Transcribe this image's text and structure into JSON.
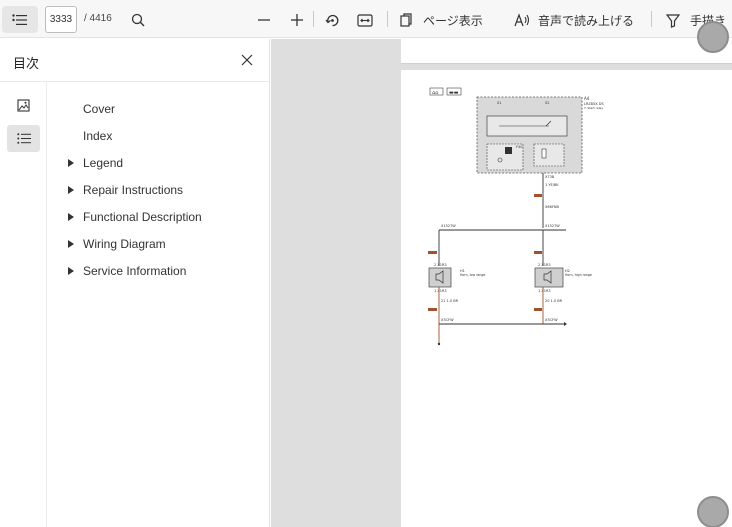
{
  "toolbar": {
    "current_page": "3333",
    "total_pages": "/ 4416",
    "page_view_label": "ページ表示",
    "read_aloud_label": "音声で読み上げる",
    "draw_label": "手描き",
    "icons": [
      "toc-icon",
      "search-icon",
      "zoom-out-icon",
      "zoom-in-icon",
      "rotate-icon",
      "fit-width-icon",
      "page-view-icon",
      "read-aloud-icon",
      "draw-icon"
    ]
  },
  "sidebar": {
    "title": "目次",
    "items": [
      {
        "label": "Cover",
        "expandable": false
      },
      {
        "label": "Index",
        "expandable": false
      },
      {
        "label": "Legend",
        "expandable": true
      },
      {
        "label": "Repair Instructions",
        "expandable": true
      },
      {
        "label": "Functional Description",
        "expandable": true
      },
      {
        "label": "Wiring Diagram",
        "expandable": true
      },
      {
        "label": "Service Information",
        "expandable": true
      }
    ]
  },
  "diagram": {
    "labels": {
      "top_tag_left": "⌂⌂",
      "top_tag_right": "▬▬",
      "module_id": "A4",
      "module_name": "LRZ85X DS",
      "module_sub": "Y: Start relay",
      "s1": "S1",
      "s2": "S2",
      "fuse1": "F40",
      "wire_top": "X73B",
      "wire_mid1": "1 YE/BK",
      "wire_mid2": "X66FNB",
      "left_h1": "X1527W",
      "right_h1": "X1527W",
      "left_horn_id": "H1",
      "left_horn_name": "Horn, low range",
      "right_horn_id": "H2",
      "right_horn_name": "Horn, high range",
      "left_c1": "2 X1R3",
      "right_c1": "2 X1R3",
      "left_c2": "1 X1R3",
      "right_c2": "1 X1R3",
      "left_bot": "21 1.0 BR",
      "right_bot": "20 1.0 BR",
      "ground": "X3CFW",
      "ground_r": "X3CFW"
    }
  }
}
